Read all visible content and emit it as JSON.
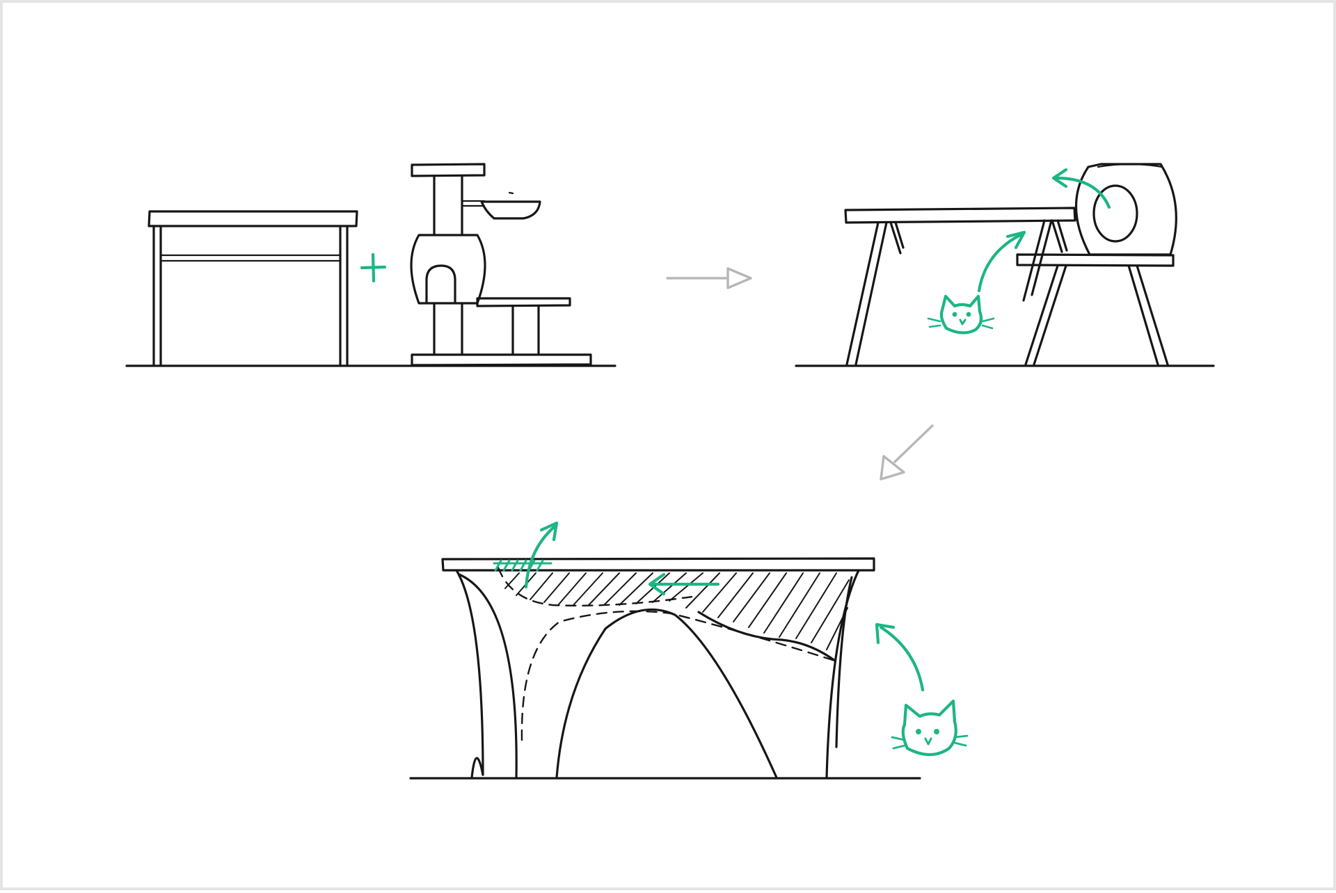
{
  "colors": {
    "accent": "#1db585",
    "ink": "#161616",
    "process_arrow": "#b7b7b7",
    "frame_border": "#e4e4e4"
  },
  "panels": [
    {
      "id": "table-plus-cat-tree",
      "icons": [
        "table-icon",
        "plus-icon",
        "cat-tree-icon"
      ]
    },
    {
      "id": "merged-table-tree",
      "icons": [
        "table-icon",
        "cat-house-icon",
        "cat-face-icon",
        "cat-jump-arrow-icon"
      ]
    },
    {
      "id": "sculpted-arch-table",
      "icons": [
        "arch-table-icon",
        "cat-face-icon",
        "cat-jump-arrow-icon",
        "cat-walk-arrow-icon"
      ]
    }
  ],
  "process_arrows": [
    "arrow-right-icon",
    "arrow-down-left-icon"
  ]
}
